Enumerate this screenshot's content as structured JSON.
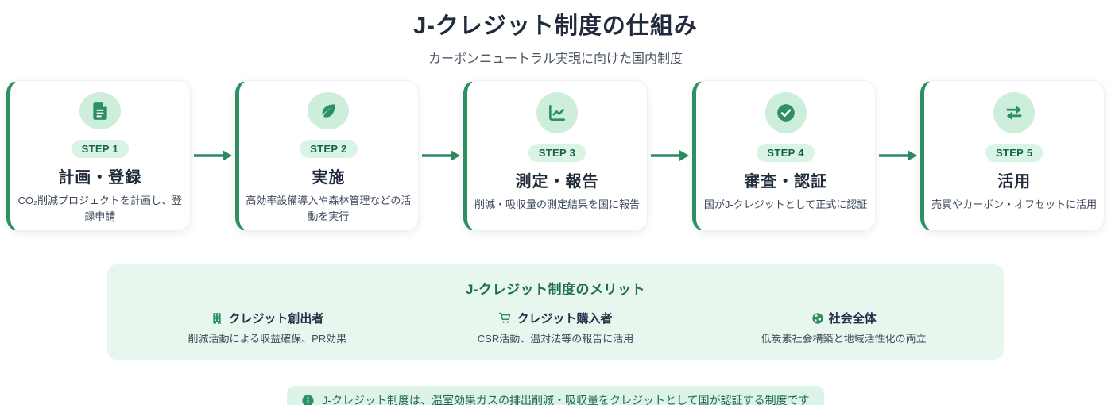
{
  "header": {
    "title": "J-クレジット制度の仕組み",
    "subtitle": "カーボンニュートラル実現に向けた国内制度"
  },
  "steps": [
    {
      "badge": "STEP 1",
      "title": "計画・登録",
      "description": "CO₂削減プロジェクトを計画し、登録申請",
      "icon": "document-icon"
    },
    {
      "badge": "STEP 2",
      "title": "実施",
      "description": "高効率設備導入や森林管理などの活動を実行",
      "icon": "leaf-icon"
    },
    {
      "badge": "STEP 3",
      "title": "測定・報告",
      "description": "削減・吸収量の測定結果を国に報告",
      "icon": "chart-line-icon"
    },
    {
      "badge": "STEP 4",
      "title": "審査・認証",
      "description": "国がJ-クレジットとして正式に認証",
      "icon": "check-circle-icon"
    },
    {
      "badge": "STEP 5",
      "title": "活用",
      "description": "売買やカーボン・オフセットに活用",
      "icon": "exchange-arrows-icon"
    }
  ],
  "benefits": {
    "title": "J-クレジット制度のメリット",
    "items": [
      {
        "name": "クレジット創出者",
        "description": "削減活動による収益確保、PR効果",
        "icon": "building-icon"
      },
      {
        "name": "クレジット購入者",
        "description": "CSR活動、温対法等の報告に活用",
        "icon": "cart-icon"
      },
      {
        "name": "社会全体",
        "description": "低炭素社会構築と地域活性化の両立",
        "icon": "globe-icon"
      }
    ]
  },
  "footnote": {
    "text": "J-クレジット制度は、温室効果ガスの排出削減・吸収量をクレジットとして国が認証する制度です",
    "icon": "info-icon"
  },
  "colors": {
    "primary_green": "#2d9065",
    "accent_border_green": "#2e8f63",
    "arrow_green": "#2b8a61",
    "dark_green_text": "#1d6b4a",
    "badge_bg": "#d9f3e4",
    "icon_circle_bg": "#cdeeda",
    "benefits_bg": "#e8f7ee",
    "footnote_bg": "#def3e8",
    "navy_text": "#212b3b",
    "body_text": "#3e4a5b"
  }
}
